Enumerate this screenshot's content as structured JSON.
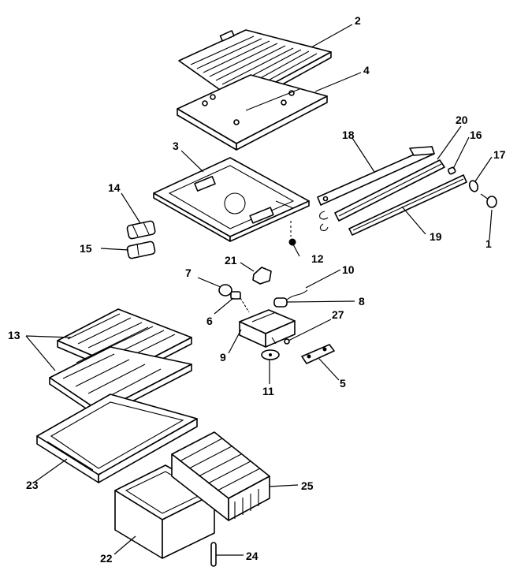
{
  "callouts": [
    {
      "id": "c1",
      "label": "1"
    },
    {
      "id": "c2",
      "label": "2"
    },
    {
      "id": "c3",
      "label": "3"
    },
    {
      "id": "c4",
      "label": "4"
    },
    {
      "id": "c5",
      "label": "5"
    },
    {
      "id": "c6",
      "label": "6"
    },
    {
      "id": "c7",
      "label": "7"
    },
    {
      "id": "c8",
      "label": "8"
    },
    {
      "id": "c9",
      "label": "9"
    },
    {
      "id": "c10",
      "label": "10"
    },
    {
      "id": "c11",
      "label": "11"
    },
    {
      "id": "c12",
      "label": "12"
    },
    {
      "id": "c13",
      "label": "13"
    },
    {
      "id": "c14",
      "label": "14"
    },
    {
      "id": "c15",
      "label": "15"
    },
    {
      "id": "c16",
      "label": "16"
    },
    {
      "id": "c17",
      "label": "17"
    },
    {
      "id": "c18",
      "label": "18"
    },
    {
      "id": "c19",
      "label": "19"
    },
    {
      "id": "c20",
      "label": "20"
    },
    {
      "id": "c21",
      "label": "21"
    },
    {
      "id": "c22",
      "label": "22"
    },
    {
      "id": "c23",
      "label": "23"
    },
    {
      "id": "c24",
      "label": "24"
    },
    {
      "id": "c25",
      "label": "25"
    },
    {
      "id": "c27",
      "label": "27"
    }
  ]
}
